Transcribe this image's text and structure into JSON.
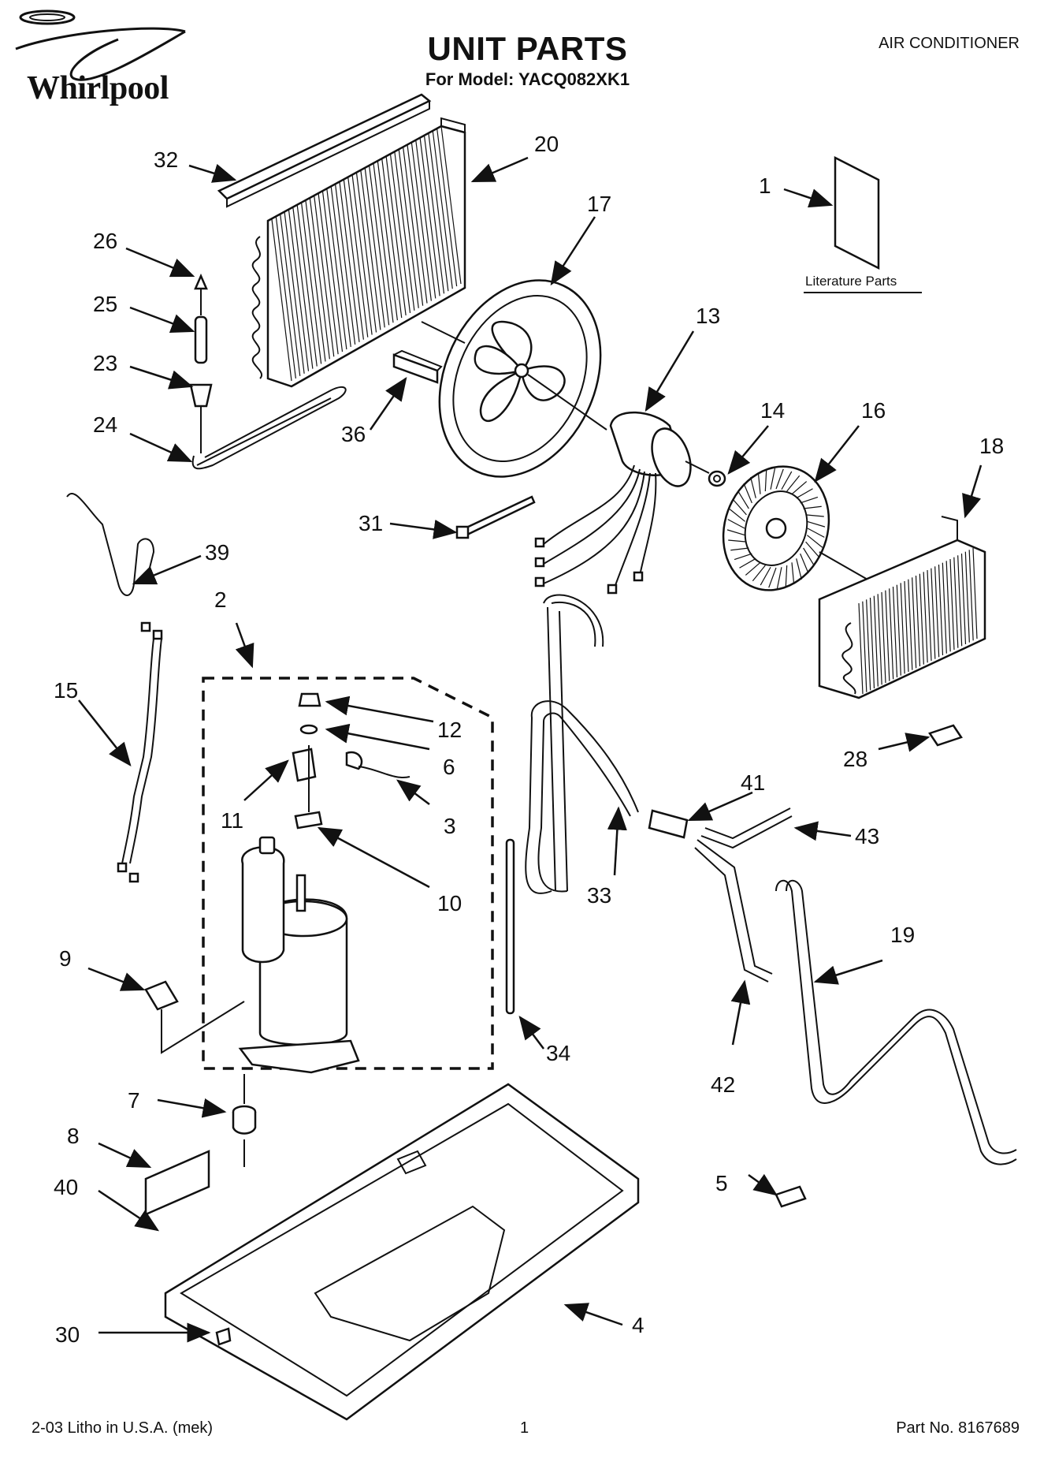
{
  "header": {
    "brand": "Whirlpool",
    "title": "UNIT PARTS",
    "subtitle": "For Model: YACQ082XK1",
    "category": "AIR CONDITIONER"
  },
  "literature_label": "Literature Parts",
  "callouts": [
    "1",
    "2",
    "3",
    "4",
    "5",
    "6",
    "7",
    "8",
    "9",
    "10",
    "11",
    "12",
    "13",
    "14",
    "15",
    "16",
    "17",
    "18",
    "19",
    "20",
    "23",
    "24",
    "25",
    "26",
    "28",
    "30",
    "31",
    "32",
    "33",
    "34",
    "36",
    "39",
    "40",
    "41",
    "42",
    "43"
  ],
  "footer": {
    "left": "2-03 Litho in U.S.A. (mek)",
    "page": "1",
    "right": "Part No. 8167689"
  }
}
